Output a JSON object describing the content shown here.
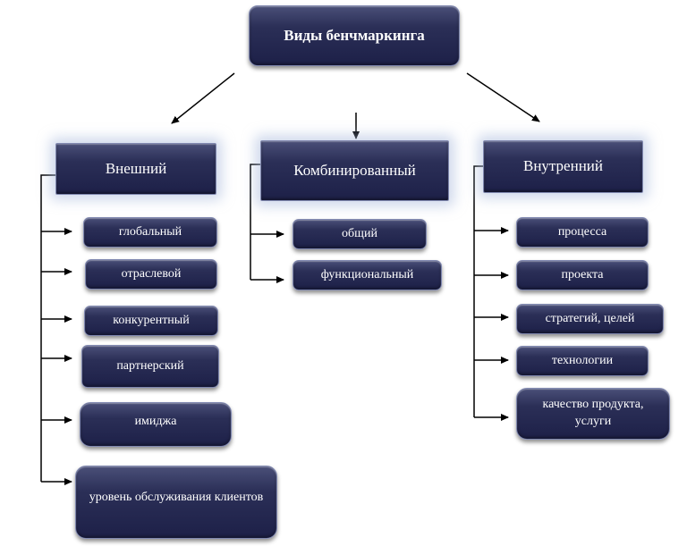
{
  "root": {
    "label": "Виды бенчмаркинга"
  },
  "categories": [
    {
      "label": "Внешний",
      "items": [
        "глобальный",
        "отраслевой",
        "конкурентный",
        "партнерский",
        "имиджа",
        "уровень обслуживания клиентов"
      ]
    },
    {
      "label": "Комбинированный",
      "items": [
        "общий",
        "функциональный"
      ]
    },
    {
      "label": "Внутренний",
      "items": [
        "процесса",
        "проекта",
        "стратегий, целей",
        "технологии",
        "качество продукта, услуги"
      ]
    }
  ],
  "colors": {
    "box_fill": "#2b2f57",
    "box_text": "#ffffff",
    "connector": "#000000",
    "background": "#ffffff"
  }
}
